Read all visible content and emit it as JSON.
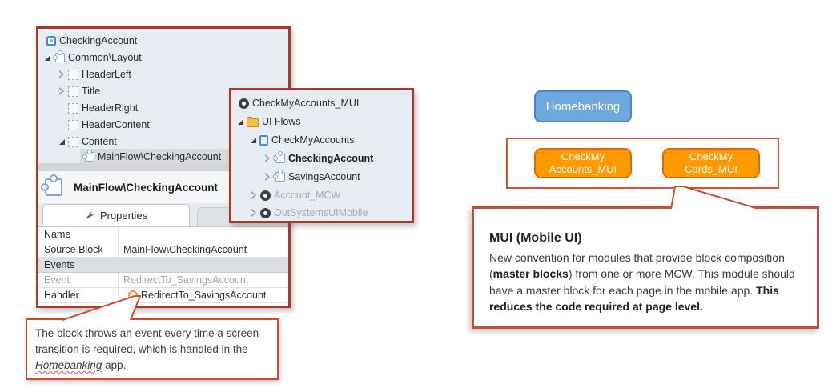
{
  "colors": {
    "frame_red": "#a83a28",
    "callout_red": "#cc4b34",
    "homebanking_blue": "#6fa8dc",
    "homebanking_border": "#4d87c7",
    "module_orange": "#ff9900",
    "module_orange_border": "#e5670b",
    "tree_background": "#e8edf3",
    "handler_circle": "#e29a4d"
  },
  "block_tree": {
    "items": [
      {
        "label": "CheckingAccount",
        "icon": "screen-icon",
        "state": "none"
      },
      {
        "label": "Common\\Layout",
        "icon": "web-block-icon",
        "state": "open"
      },
      {
        "label": "HeaderLeft",
        "icon": "placeholder-icon",
        "state": "closed"
      },
      {
        "label": "Title",
        "icon": "placeholder-icon",
        "state": "closed"
      },
      {
        "label": "HeaderRight",
        "icon": "placeholder-icon",
        "state": "none"
      },
      {
        "label": "HeaderContent",
        "icon": "placeholder-icon",
        "state": "none"
      },
      {
        "label": "Content",
        "icon": "placeholder-icon",
        "state": "open"
      },
      {
        "label": "MainFlow\\CheckingAccount",
        "icon": "web-block-icon",
        "state": "none",
        "selected": true
      }
    ]
  },
  "properties_panel": {
    "title": "MainFlow\\CheckingAccount",
    "tab": "Properties",
    "rows": [
      {
        "label": "Name",
        "value": ""
      },
      {
        "label": "Source Block",
        "value": "MainFlow\\CheckingAccount"
      },
      {
        "label": "Events",
        "value": "",
        "section": true
      },
      {
        "label": "Event",
        "value": "RedirectTo_SavingsAccount",
        "muted": true
      },
      {
        "label": "Handler",
        "value": "RedirectTo_SavingsAccount",
        "icon": "event-handler-icon"
      }
    ]
  },
  "module_tree": {
    "items": [
      {
        "label": "CheckMyAccounts_MUI",
        "icon": "module-icon",
        "state": "none"
      },
      {
        "label": "UI Flows",
        "icon": "folder-icon",
        "state": "open"
      },
      {
        "label": "CheckMyAccounts",
        "icon": "ui-flow-icon",
        "state": "open"
      },
      {
        "label": "CheckingAccount",
        "icon": "web-block-icon",
        "state": "closed",
        "bold": true
      },
      {
        "label": "SavingsAccount",
        "icon": "web-block-icon",
        "state": "closed"
      },
      {
        "label": "Account_MCW",
        "icon": "module-icon",
        "state": "closed",
        "muted": true
      },
      {
        "label": "OutSystemsUIMobile",
        "icon": "module-icon",
        "state": "closed",
        "muted": true
      }
    ]
  },
  "callout_event": {
    "text_before": "The block throws an event every time a screen transition is required, which is handled in the ",
    "app_name": "Homebanking",
    "text_after": " app."
  },
  "diagram": {
    "homebanking_label": "Homebanking",
    "modules": [
      {
        "line1": "CheckMy",
        "line2": "Accounts_MUI"
      },
      {
        "line1": "CheckMy",
        "line2": "Cards_MUI"
      }
    ]
  },
  "mui_note": {
    "title": "MUI (Mobile UI)",
    "body_1": "New convention for modules that provide block composition (",
    "bold_1": "master blocks",
    "body_2": ") from one or more MCW. This module should have a master block for each page in the mobile app. ",
    "bold_2": "This reduces the code required at page level."
  }
}
